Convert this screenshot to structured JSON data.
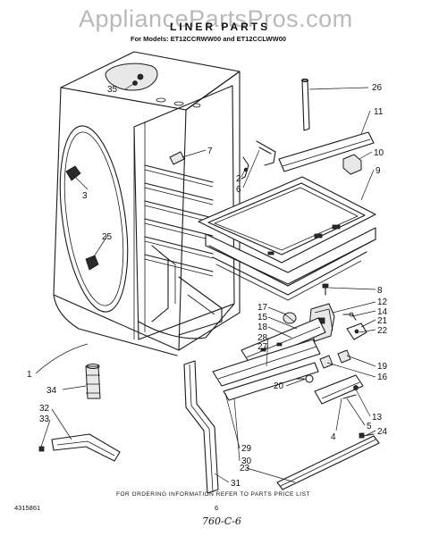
{
  "watermark": "AppliancePartsPros.com",
  "header": {
    "title": "LINER PARTS",
    "models": "For Models: ET12CCRWW00 and ET12CCLWW00"
  },
  "callouts": [
    "26",
    "11",
    "7",
    "10",
    "35",
    "9",
    "2",
    "6",
    "3",
    "25",
    "8",
    "17",
    "12",
    "14",
    "15",
    "21",
    "18",
    "22",
    "28",
    "27",
    "19",
    "16",
    "20",
    "1",
    "13",
    "34",
    "5",
    "4",
    "32",
    "24",
    "33",
    "29",
    "30",
    "23",
    "31"
  ],
  "footer": {
    "order_note": "FOR ORDERING INFORMATION REFER TO PARTS PRICE LIST",
    "page_number": "6",
    "doc_number": "4315861",
    "handwritten": "760-C-6"
  }
}
